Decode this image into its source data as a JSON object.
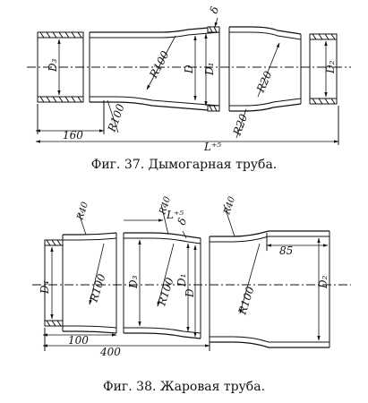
{
  "figure37": {
    "caption": "Фиг. 37. Дымогарная труба.",
    "labels": {
      "d3": "D₃",
      "d": "D",
      "d1": "D₁",
      "d2": "D₂",
      "delta": "δ",
      "r100a": "R100",
      "r100b": "R100",
      "r20a": "R20",
      "r20b": "R20",
      "dim160": "160",
      "length": "L⁺⁵"
    }
  },
  "figure38": {
    "caption": "Фиг. 38. Жаровая труба.",
    "labels": {
      "d4": "D₄",
      "d3": "D₃",
      "d1": "D₁",
      "d": "D",
      "d2": "D₂",
      "delta": "δ",
      "r100a": "R100",
      "r100b": "R100",
      "r100c": "R100",
      "r40a": "R40",
      "r40b": "R40",
      "r40c": "R40",
      "dim85": "85",
      "dim100": "100",
      "dim400": "400",
      "length": "L⁺⁵"
    }
  }
}
